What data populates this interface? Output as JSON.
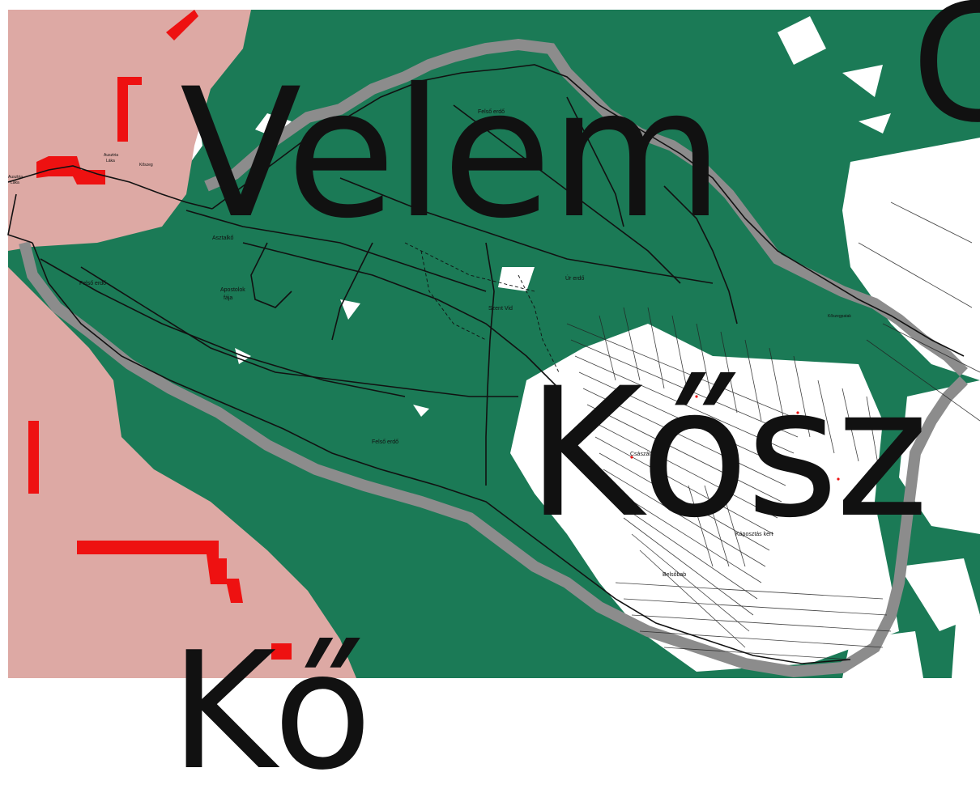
{
  "map": {
    "colors": {
      "forest": "#1b7a56",
      "buffer": "#dda9a4",
      "protected": "#ee1111",
      "border_band": "#8c8c8c",
      "background": "#ffffff",
      "lines": "#111111"
    },
    "labels": {
      "velem": "Velem",
      "koszeg": "Kősz",
      "corner_c": "C",
      "bottom_k": "Kő"
    },
    "place_names": {
      "felso_erdo_top": "Felső erdő",
      "felso_erdo_left": "Felső erdő",
      "felso_erdo_bottom": "Felső erdő",
      "asztalko": "Asztalkő",
      "apostolok_faja_1": "Apostolok",
      "apostolok_faja_2": "fája",
      "szent_vid": "Szent Vid",
      "ur_erdo": "Úr erdő",
      "csaszar": "Császár",
      "kaposztas_kert": "Káposztás kert",
      "belsobab": "Belsőbab",
      "ausztria_laka_1": "Ausztria",
      "ausztria_laka_2": "Láka",
      "ausztria_laka_left_1": "Ausztria",
      "ausztria_laka_left_2": "Láka",
      "koszeg_small": "Kőszeg",
      "koszegpatak": "Kőszegpatak"
    }
  }
}
